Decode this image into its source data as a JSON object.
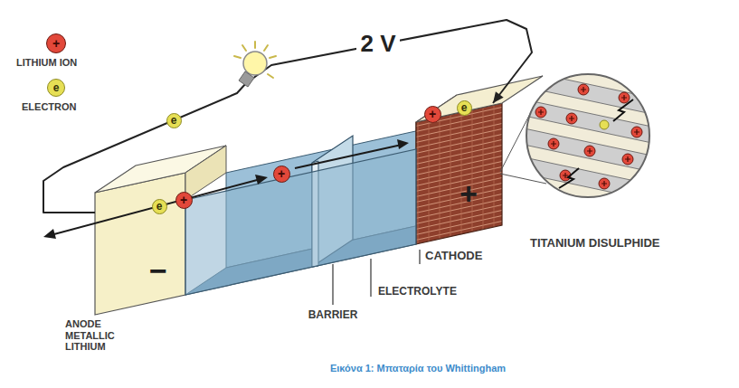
{
  "diagram": {
    "caption": "Εικόνα 1: Μπαταρία του Whittingham",
    "nodes": [
      {
        "text": [
          "−",
          "ANODE METALLIC LITHIUM"
        ]
      },
      {
        "text": [
          "+",
          "CATHODE"
        ]
      }
    ],
    "edges": [
      {
        "from": 0,
        "to": 1,
        "arrow": "to",
        "label": "2 V"
      }
    ],
    "labels": [
      "+",
      "e",
      "e",
      "e",
      "+",
      "+",
      "+",
      "e",
      "ELECTROLYTE",
      "BARRIER",
      "TITANIUM DISULPHIDE"
    ],
    "legend": [
      {
        "text": "LITHIUM ION",
        "color": "#e2483a"
      },
      {
        "text": "ELECTRON",
        "color": "#e6df55"
      }
    ]
  }
}
